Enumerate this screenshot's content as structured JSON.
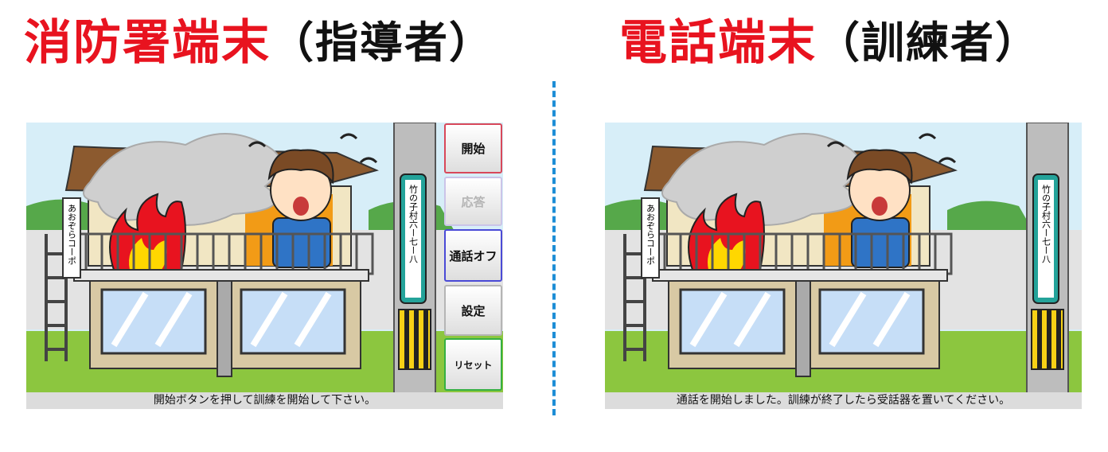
{
  "left_panel": {
    "heading_main": "消防署端末",
    "heading_sub": "（指導者）",
    "sign_building": "あおぞらコーポ",
    "sign_pole": "竹の子村六ー七ー八",
    "buttons": {
      "start": "開始",
      "answer": "応答",
      "call_off": "通話オフ",
      "settings": "設定",
      "reset": "リセット"
    },
    "status": "開始ボタンを押して訓練を開始して下さい。"
  },
  "right_panel": {
    "heading_main": "電話端末",
    "heading_sub": "（訓練者）",
    "sign_building": "あおぞらコーポ",
    "sign_pole": "竹の子村六ー七ー八",
    "status": "通話を開始しました。訓練が終了したら受話器を置いてください。"
  },
  "colors": {
    "heading_red": "#e8131f",
    "divider_blue": "#1e8ed6",
    "answer_disabled": "#b4b4b4"
  }
}
